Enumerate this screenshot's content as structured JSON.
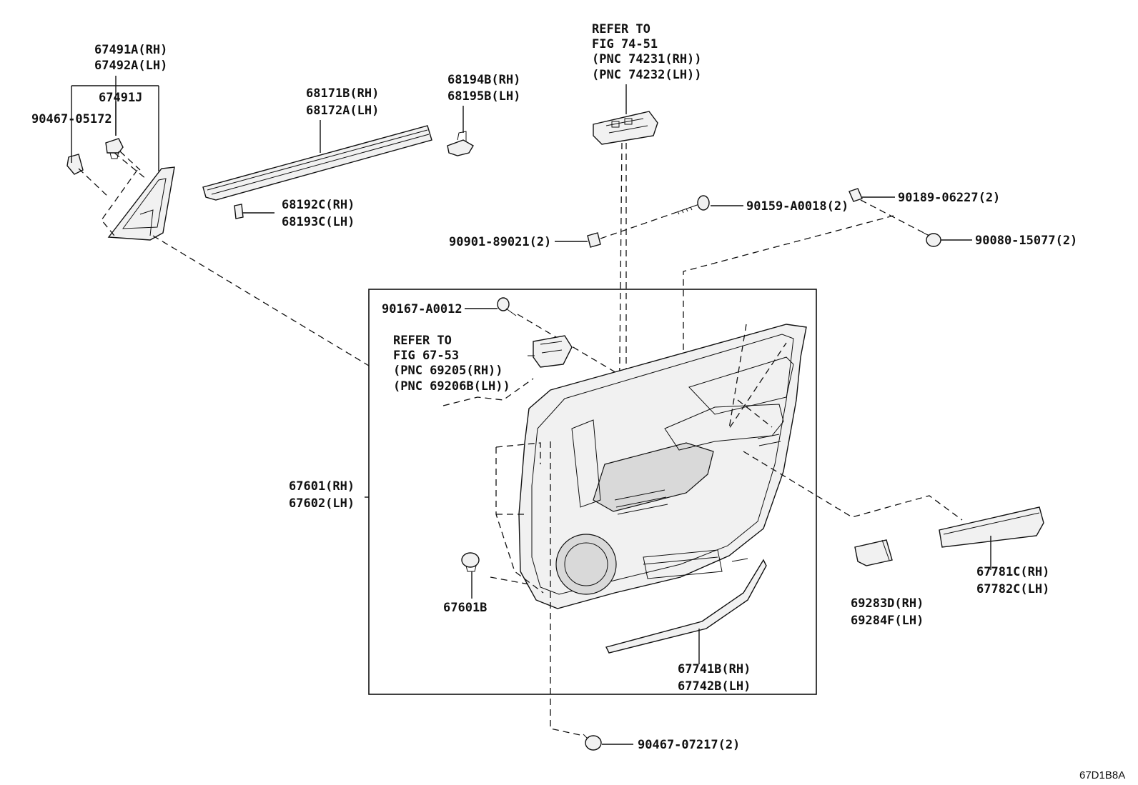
{
  "callouts": {
    "c67491a_rh": "67491A(RH)",
    "c67492a_lh": "67492A(LH)",
    "c67491j": "67491J",
    "c90467_05172": "90467-05172",
    "c68171b_rh": "68171B(RH)",
    "c68172a_lh": "68172A(LH)",
    "c68194b_rh": "68194B(RH)",
    "c68195b_lh": "68195B(LH)",
    "c68192c_rh": "68192C(RH)",
    "c68193c_lh": "68193C(LH)",
    "refer_fig74_1": "REFER TO",
    "refer_fig74_2": "FIG 74-51",
    "refer_fig74_3": "(PNC 74231(RH))",
    "refer_fig74_4": "(PNC 74232(LH))",
    "c90159_a0018": "90159-A0018(2)",
    "c90189_06227": "90189-06227(2)",
    "c90901_89021": "90901-89021(2)",
    "c90080_15077": "90080-15077(2)",
    "c90167_a0012": "90167-A0012",
    "refer_fig67_1": "REFER TO",
    "refer_fig67_2": "FIG 67-53",
    "refer_fig67_3": "(PNC 69205(RH))",
    "refer_fig67_4": "(PNC 69206B(LH))",
    "c67601_rh": "67601(RH)",
    "c67602_lh": "67602(LH)",
    "c67601b": "67601B",
    "c67781c_rh": "67781C(RH)",
    "c67782c_lh": "67782C(LH)",
    "c69283d_rh": "69283D(RH)",
    "c69284f_lh": "69284F(LH)",
    "c67741b_rh": "67741B(RH)",
    "c67742b_lh": "67742B(LH)",
    "c90467_07217": "90467-07217(2)"
  },
  "figure_code": "67D1B8A"
}
